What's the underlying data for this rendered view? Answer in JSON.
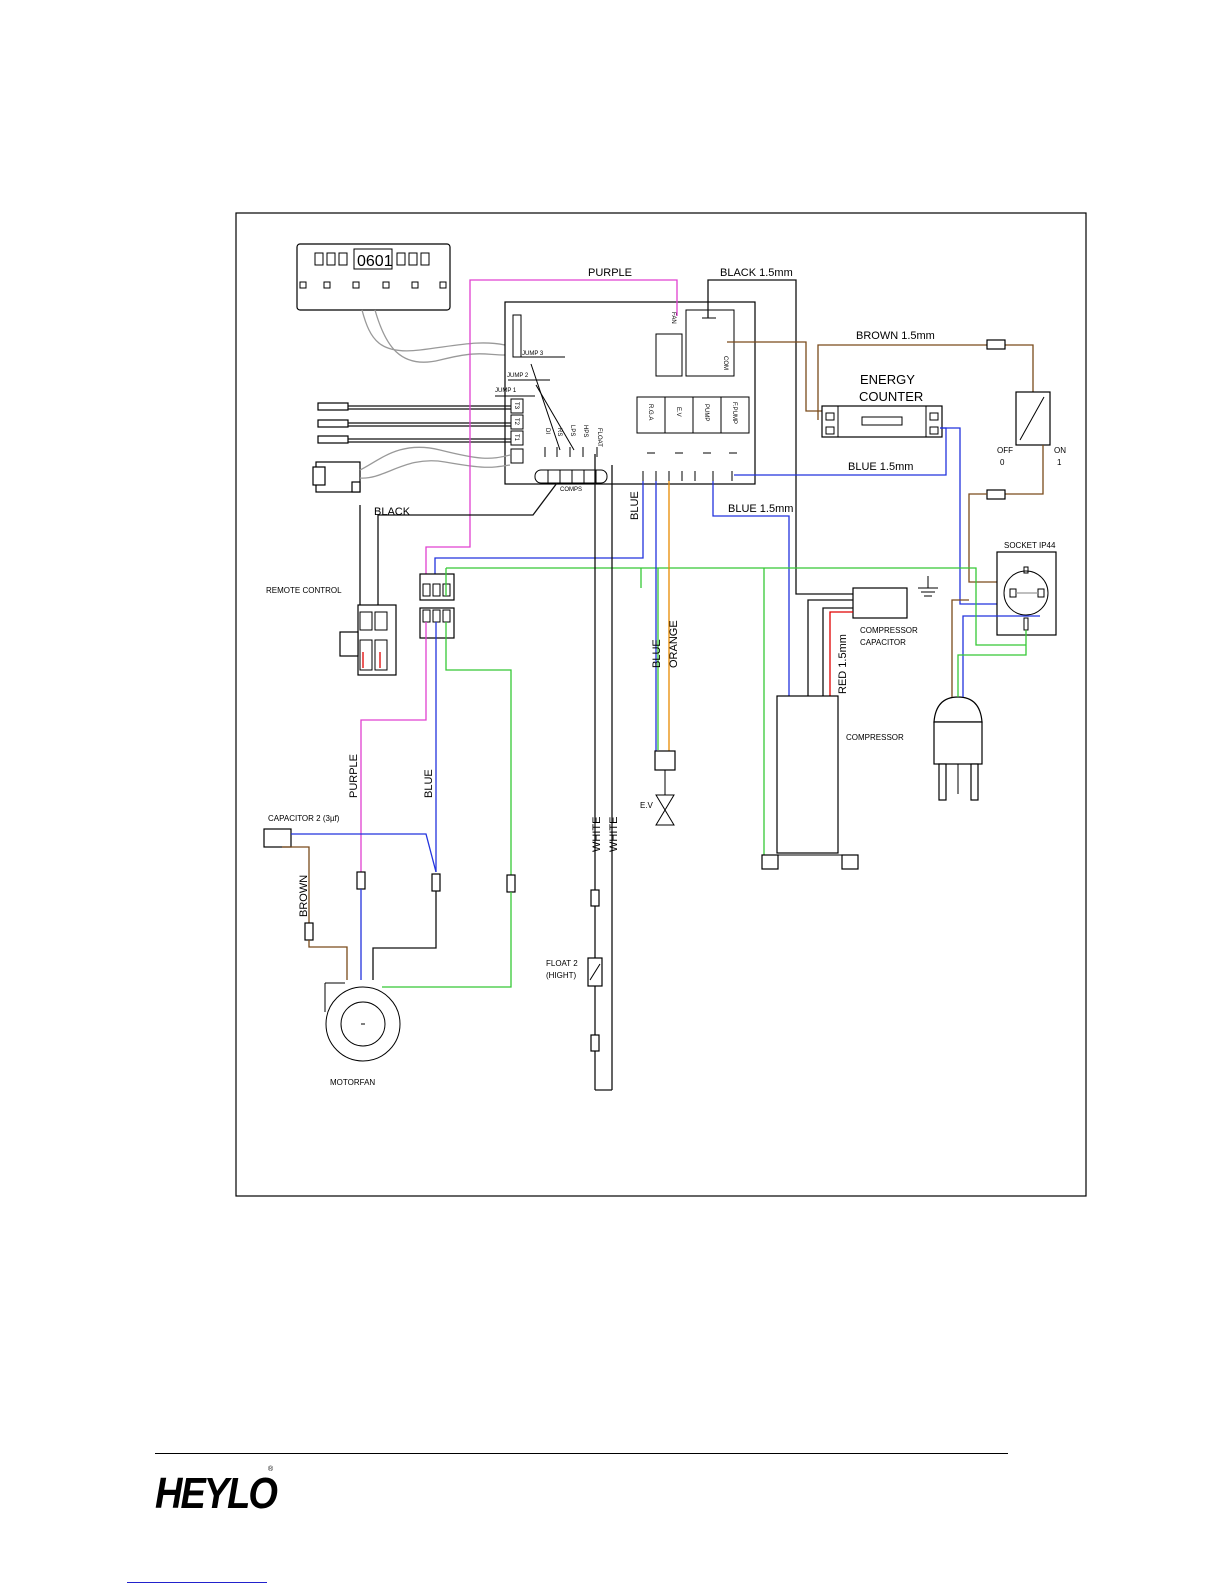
{
  "display": {
    "value": "0601"
  },
  "wires": {
    "purple_top": "PURPLE",
    "black_top": "BLACK 1.5mm",
    "brown_top": "BROWN 1.5mm",
    "blue_mid": "BLUE  1.5mm",
    "blue_lower": "BLUE 1.5mm",
    "black_left": "BLACK",
    "blue_vert": "BLUE",
    "blue_ev": "BLUE",
    "orange_ev": "ORANGE",
    "red_comp": "RED 1.5mm",
    "purple_fan": "PURPLE",
    "blue_fan": "BLUE",
    "brown_cap": "BROWN",
    "white_1": "WHITE",
    "white_2": "WHITE"
  },
  "board": {
    "jump3": "JUMP 3",
    "jump2": "JUMP 2",
    "jump1": "JUMP 1",
    "fan": "FAN",
    "com": "COM",
    "relays": [
      "R.G.A",
      "E.V",
      "PUMP",
      "F.PUMP"
    ],
    "inputs": [
      "DI",
      "RS",
      "LPS",
      "HPS",
      "FLOAT"
    ],
    "t_terminals": [
      "T3",
      "T2",
      "T1"
    ],
    "comps": "COMPS"
  },
  "components": {
    "energy_counter_1": "ENERGY",
    "energy_counter_2": "COUNTER",
    "off_label": "OFF",
    "off_value": "0",
    "on_label": "ON",
    "on_value": "1",
    "socket": "SOCKET IP44",
    "comp_cap_1": "COMPRESSOR",
    "comp_cap_2": "CAPACITOR",
    "compressor": "COMPRESSOR",
    "remote": "REMOTE CONTROL",
    "ev": "E.V",
    "capacitor2": "CAPACITOR 2 (3µf)",
    "float2_1": "FLOAT 2",
    "float2_2": "(HIGHT)",
    "motorfan": "MOTORFAN"
  },
  "footer": {
    "logo": "HEYLO",
    "reg": "®"
  },
  "colors": {
    "purple": "#e040d0",
    "blue": "#2233dd",
    "green": "#35c835",
    "brown": "#7a4a1a",
    "orange": "#e88a00",
    "red": "#e00000",
    "black": "#111111"
  }
}
